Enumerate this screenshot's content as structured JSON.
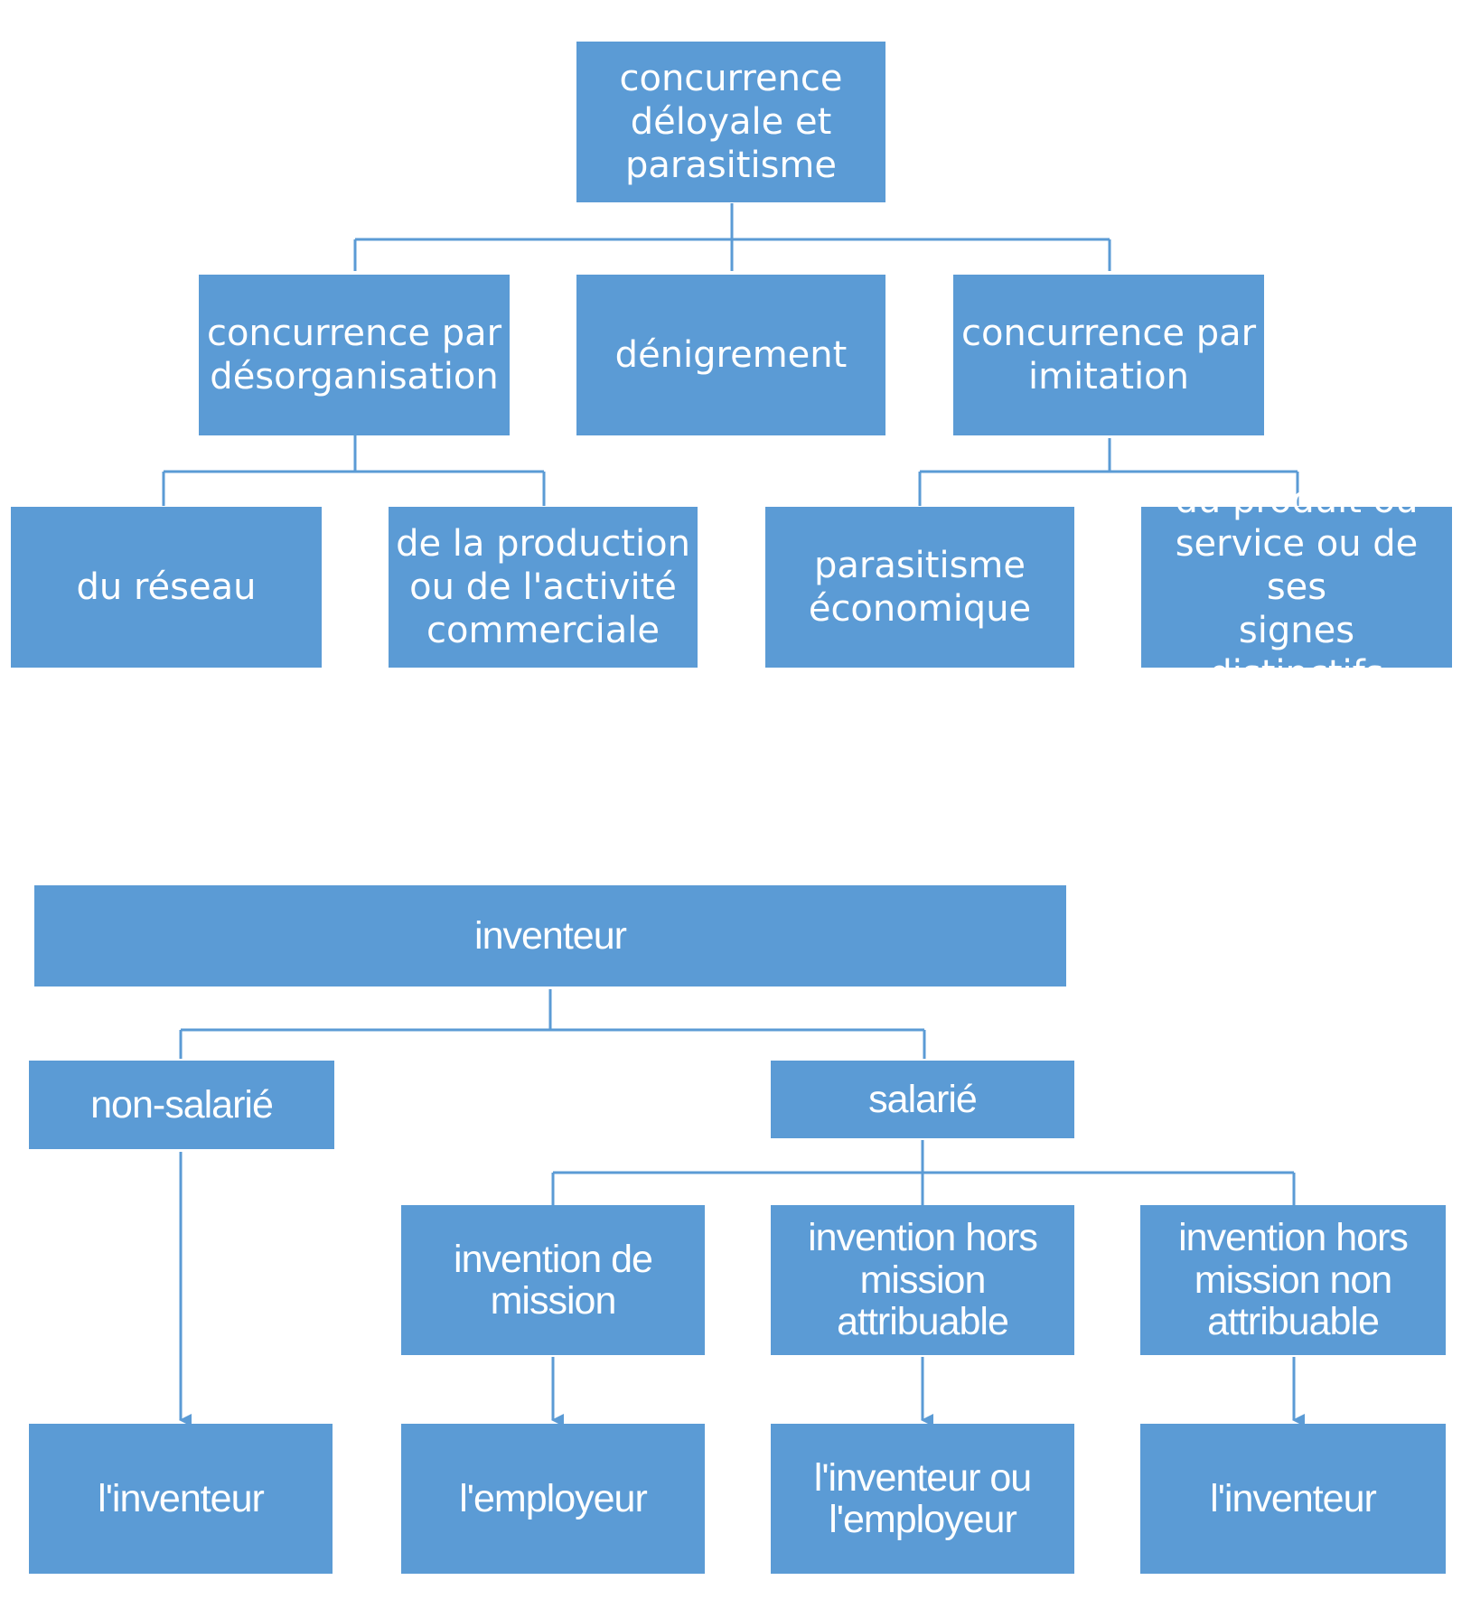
{
  "diagram1": {
    "root": "concurrence\ndéloyale et\nparasitisme",
    "desorganisation": "concurrence par\ndésorganisation",
    "denigrement": "dénigrement",
    "imitation": "concurrence par\nimitation",
    "reseau": "du réseau",
    "production": "de la production\nou de l'activité\ncommerciale",
    "parasitisme": "parasitisme\néconomique",
    "produit": "du produit ou\nservice ou de ses\nsignes distinctifs"
  },
  "diagram2": {
    "root": "inventeur",
    "non_salarie": "non-salarié",
    "salarie": "salarié",
    "mission": "invention de\nmission",
    "hors_mission_attr": "invention hors\nmission\nattribuable",
    "hors_mission_non_attr": "invention hors\nmission non\nattribuable",
    "owner_non_salarie": "l'inventeur",
    "owner_mission": "l'employeur",
    "owner_hors_attr": "l'inventeur ou\nl'employeur",
    "owner_hors_non_attr": "l'inventeur"
  },
  "colors": {
    "box_fill": "#5b9bd5",
    "text": "#ffffff",
    "connector": "#5b9bd5"
  }
}
